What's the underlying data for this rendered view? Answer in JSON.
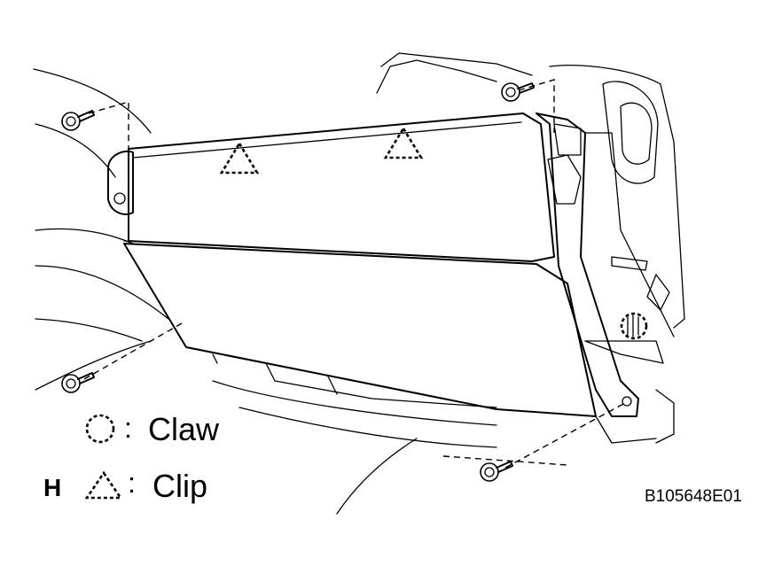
{
  "legend": {
    "claw_label": "Claw",
    "clip_prefix": "H",
    "clip_label": "Clip",
    "separator": ":"
  },
  "figure_code": "B105648E01",
  "symbols": {
    "claw": "dotted-circle-icon",
    "clip": "dotted-triangle-icon",
    "screw": "screw-icon"
  }
}
